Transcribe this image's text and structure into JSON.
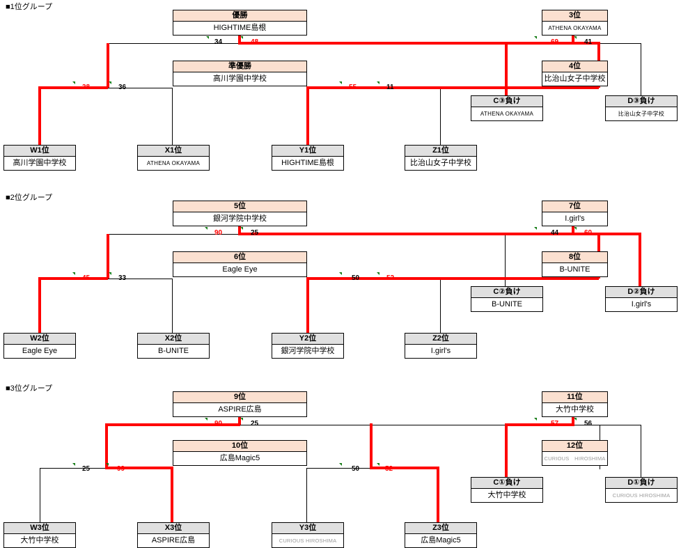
{
  "page": {
    "title_group1": "■1位グループ",
    "title_group2": "■2位グループ",
    "title_group3": "■3位グループ",
    "colors": {
      "winner_line": "#ff0000",
      "loser_line": "#000000",
      "rank_header_bg": "#fbe0d0",
      "seed_header_bg": "#e0e0e0",
      "note_marker": "#157c16",
      "win_score": "#ff0000",
      "lose_score": "#000000"
    }
  },
  "groups": [
    {
      "id": "group1",
      "title": "■1位グループ",
      "results": [
        {
          "rank": "優勝",
          "team": "HIGHTIME島根"
        },
        {
          "rank": "準優勝",
          "team": "高川学園中学校"
        },
        {
          "rank": "3位",
          "team": "ATHENA OKAYAMA"
        },
        {
          "rank": "4位",
          "team": "比治山女子中学校"
        }
      ],
      "seeds": [
        {
          "label": "W1位",
          "team": "高川学園中学校"
        },
        {
          "label": "X1位",
          "team": "ATHENA OKAYAMA"
        },
        {
          "label": "Y1位",
          "team": "HIGHTIME島根"
        },
        {
          "label": "Z1位",
          "team": "比治山女子中学校"
        },
        {
          "label": "C③負け",
          "team": "ATHENA OKAYAMA"
        },
        {
          "label": "D③負け",
          "team": "比治山女子中学校"
        }
      ],
      "scores": {
        "semi_left": {
          "win": "38",
          "lose": "36"
        },
        "semi_right": {
          "win": "55",
          "lose": "11"
        },
        "final": {
          "lose": "34",
          "win": "48"
        },
        "third": {
          "win": "69",
          "lose": "41"
        }
      }
    },
    {
      "id": "group2",
      "title": "■2位グループ",
      "results": [
        {
          "rank": "5位",
          "team": "銀河学院中学校"
        },
        {
          "rank": "6位",
          "team": "Eagle Eye"
        },
        {
          "rank": "7位",
          "team": "I.girl's"
        },
        {
          "rank": "8位",
          "team": "B-UNITE"
        }
      ],
      "seeds": [
        {
          "label": "W2位",
          "team": "Eagle Eye"
        },
        {
          "label": "X2位",
          "team": "B-UNITE"
        },
        {
          "label": "Y2位",
          "team": "銀河学院中学校"
        },
        {
          "label": "Z2位",
          "team": "I.girl's"
        },
        {
          "label": "C②負け",
          "team": "B-UNITE"
        },
        {
          "label": "D②負け",
          "team": "I.girl's"
        }
      ],
      "scores": {
        "semi_left": {
          "win": "45",
          "lose": "33"
        },
        "semi_right": {
          "lose": "50",
          "win": "52"
        },
        "final": {
          "win": "90",
          "lose": "25"
        },
        "third": {
          "lose": "44",
          "win": "60"
        }
      }
    },
    {
      "id": "group3",
      "title": "■3位グループ",
      "results": [
        {
          "rank": "9位",
          "team": "ASPIRE広島"
        },
        {
          "rank": "10位",
          "team": "広島Magic5"
        },
        {
          "rank": "11位",
          "team": "大竹中学校"
        },
        {
          "rank": "12位",
          "team": "CURIOUS　HIROSHIMA"
        }
      ],
      "seeds": [
        {
          "label": "W3位",
          "team": "大竹中学校"
        },
        {
          "label": "X3位",
          "team": "ASPIRE広島"
        },
        {
          "label": "Y3位",
          "team": "CURIOUS HIROSHIMA"
        },
        {
          "label": "Z3位",
          "team": "広島Magic5"
        },
        {
          "label": "C①負け",
          "team": "大竹中学校"
        },
        {
          "label": "D①負け",
          "team": "CURIOUS HIROSHIMA"
        }
      ],
      "scores": {
        "semi_left": {
          "lose": "25",
          "win": "99"
        },
        "semi_right": {
          "lose": "50",
          "win": "52"
        },
        "final": {
          "win": "90",
          "lose": "25"
        },
        "third": {
          "win": "57",
          "lose": "56"
        }
      }
    }
  ]
}
